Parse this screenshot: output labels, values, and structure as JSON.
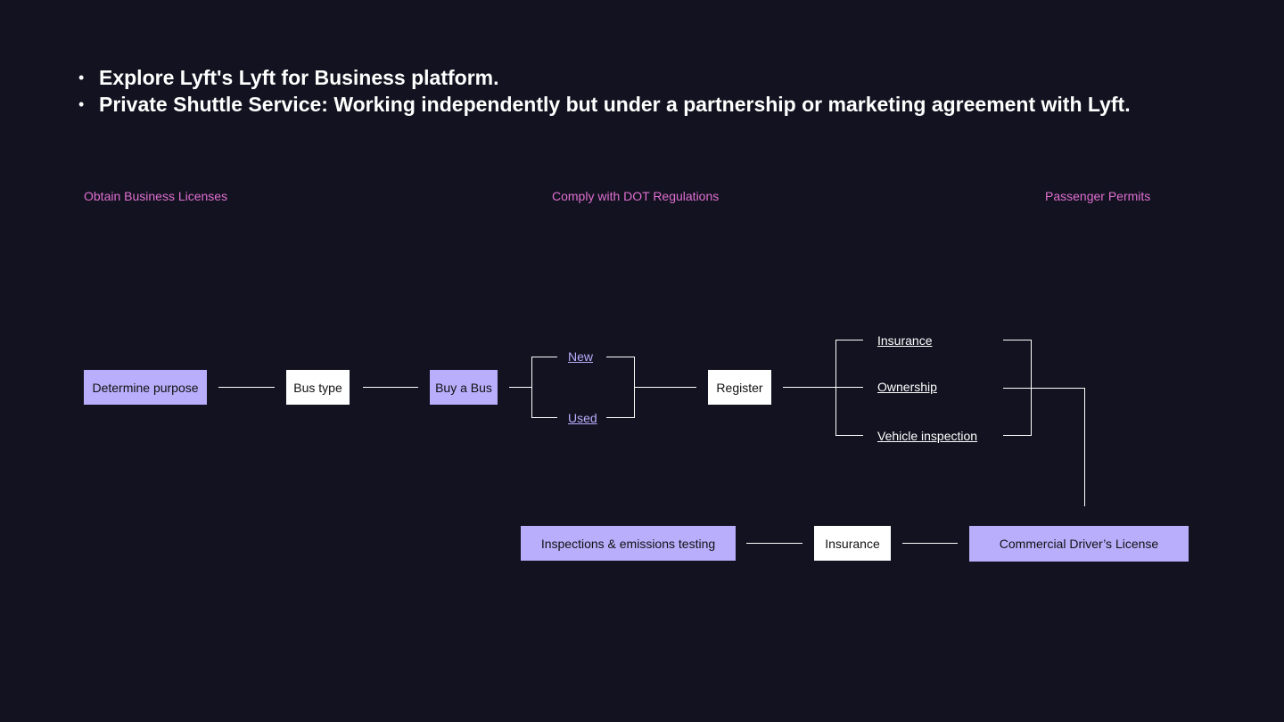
{
  "bullets": [
    "Explore Lyft's Lyft for Business platform.",
    "Private Shuttle Service: Working independently but under a partnership or marketing agreement with Lyft."
  ],
  "sections": {
    "business_licenses": "Obtain Business Licenses",
    "dot_regulations": "Comply with DOT Regulations",
    "passenger_permits": "Passenger Permits"
  },
  "nodes": {
    "determine_purpose": "Determine purpose",
    "bus_type": "Bus type",
    "buy_a_bus": "Buy a Bus",
    "new": "New",
    "used": "Used",
    "register": "Register",
    "insurance_option": "Insurance",
    "ownership_option": "Ownership",
    "vehicle_inspection_option": "Vehicle inspection",
    "inspections_emissions": "Inspections & emissions testing",
    "insurance": "Insurance",
    "cdl": "Commercial Driver’s License"
  },
  "colors": {
    "background": "#121220",
    "accent_purple": "#b8aefc",
    "section_label_pink": "#e06fd0"
  }
}
